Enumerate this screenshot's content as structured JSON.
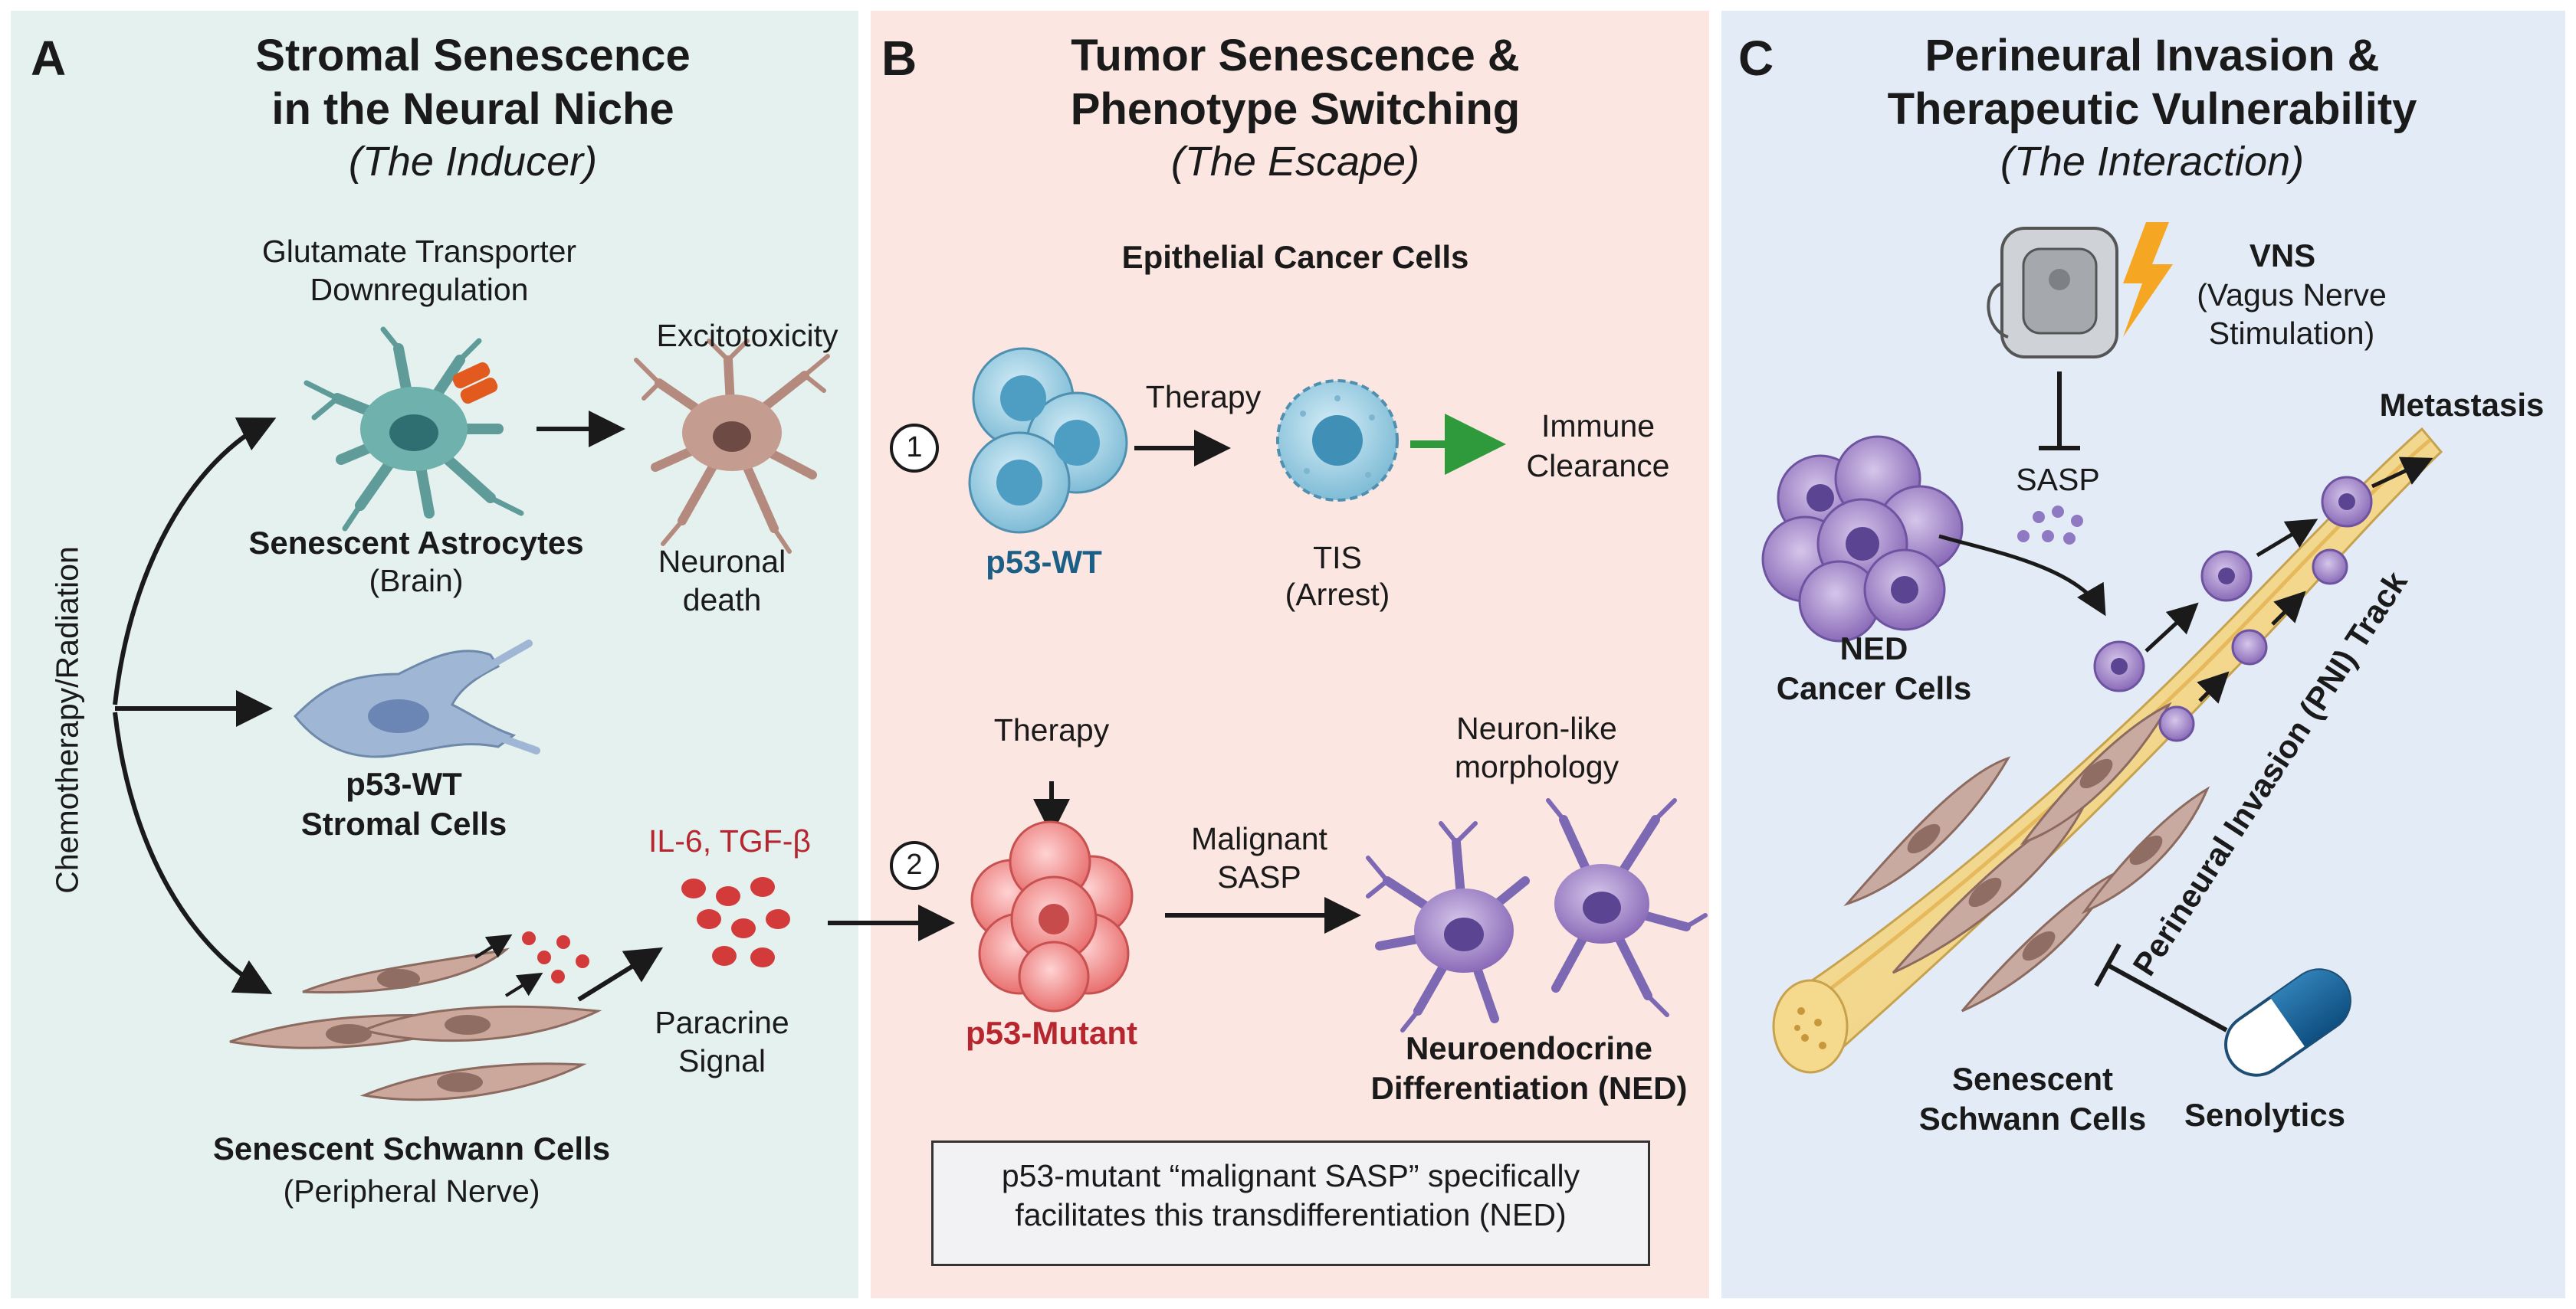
{
  "panel_a": {
    "letter": "A",
    "title_line1": "Stromal Senescence",
    "title_line2": "in the Neural Niche",
    "subtitle": "(The Inducer)",
    "side_label": "Chemotherapy/Radiation",
    "glutamate_line1": "Glutamate Transporter",
    "glutamate_line2": "Downregulation",
    "excitotoxicity": "Excitotoxicity",
    "astro_name": "Senescent Astrocytes",
    "astro_loc": "(Brain)",
    "neuronal_line1": "Neuronal",
    "neuronal_line2": "death",
    "stromal_line1": "p53-WT",
    "stromal_line2": "Stromal Cells",
    "cytokines": "IL-6, TGF-β",
    "paracrine_line1": "Paracrine",
    "paracrine_line2": "Signal",
    "schwann_name": "Senescent Schwann Cells",
    "schwann_loc": "(Peripheral Nerve)"
  },
  "panel_b": {
    "letter": "B",
    "title_line1": "Tumor Senescence &",
    "title_line2": "Phenotype Switching",
    "subtitle": "(The Escape)",
    "header": "Epithelial Cancer Cells",
    "num1": "1",
    "num2": "2",
    "therapy_1": "Therapy",
    "p53wt": "p53-WT",
    "tis_line1": "TIS",
    "tis_line2": "(Arrest)",
    "immune_line1": "Immune",
    "immune_line2": "Clearance",
    "therapy_2": "Therapy",
    "p53mut": "p53-Mutant",
    "malignant_line1": "Malignant",
    "malignant_line2": "SASP",
    "neuronlike_line1": "Neuron-like",
    "neuronlike_line2": "morphology",
    "ned_line1": "Neuroendocrine",
    "ned_line2": "Differentiation (NED)",
    "note_line1": "p53-mutant “malignant SASP” specifically",
    "note_line2": "facilitates this transdifferentiation (NED)"
  },
  "panel_c": {
    "letter": "C",
    "title_line1": "Perineural Invasion &",
    "title_line2": "Therapeutic Vulnerability",
    "subtitle": "(The Interaction)",
    "vns": "VNS",
    "vns_line1": "(Vagus Nerve",
    "vns_line2": "Stimulation)",
    "sasp": "SASP",
    "metastasis": "Metastasis",
    "ned_line1": "NED",
    "ned_line2": "Cancer Cells",
    "pni": "Perineural Invasion (PNI) Track",
    "schwann_line1": "Senescent",
    "schwann_line2": "Schwann Cells",
    "senolytics": "Senolytics"
  },
  "colors": {
    "panel_a_bg": "#e4f1ef",
    "panel_b_bg": "#fbe6e1",
    "panel_c_bg": "#e3ecf6",
    "p53wt_text": "#1c5f86",
    "mutant_text": "#b7262e",
    "immune_arrow": "#2e9a3c"
  }
}
